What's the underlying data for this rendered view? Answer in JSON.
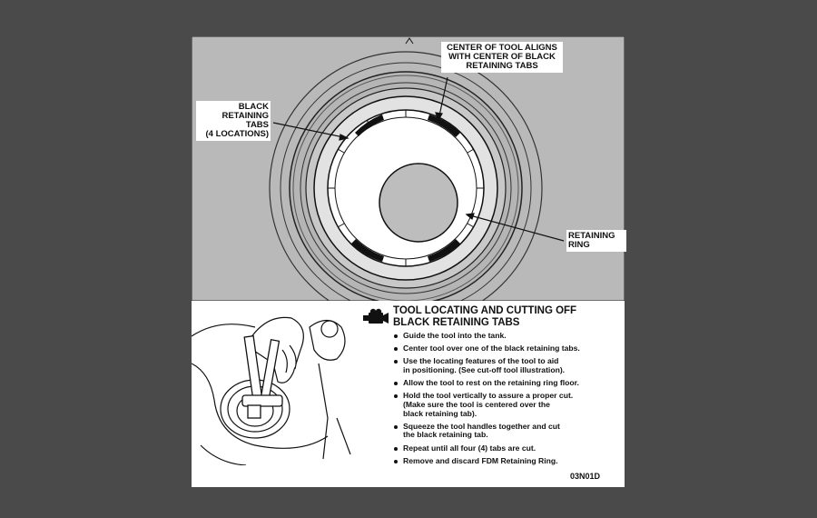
{
  "callouts": {
    "center_of_tool": [
      "CENTER OF TOOL ALIGNS",
      "WITH CENTER OF BLACK",
      "RETAINING TABS"
    ],
    "black_tabs": [
      "BLACK",
      "RETAINING",
      "TABS",
      "(4 LOCATIONS)"
    ],
    "retaining_ring": [
      "RETAINING",
      "RING"
    ]
  },
  "procedure": {
    "heading": [
      "TOOL LOCATING AND CUTTING OFF",
      "BLACK RETAINING TABS"
    ],
    "steps": [
      "Guide the tool into the tank.",
      "Center tool over one of the black retaining tabs.",
      "Use the locating features of the tool to aid\nin positioning.  (See cut-off tool illustration).",
      "Allow the tool to rest on the retaining ring floor.",
      "Hold the tool vertically to assure a proper cut.\n(Make sure the tool is centered over the\nblack retaining tab).",
      "Squeeze the tool handles together and cut\nthe black retaining tab.",
      "Repeat until all four (4) tabs are cut.",
      "Remove and discard FDM Retaining Ring."
    ]
  },
  "figure_code": "03N01D",
  "colors": {
    "background": "#4a4a4a",
    "panel_gray": "#b8b8b8",
    "ink": "#111111"
  },
  "icons": {
    "procedure": "video-camera-icon"
  }
}
